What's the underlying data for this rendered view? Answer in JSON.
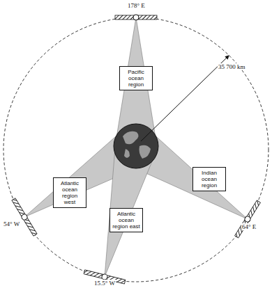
{
  "diagram": {
    "nodes": [
      {
        "text": [
          "Pacific ocean region"
        ]
      },
      {
        "text": [
          "Atlantic ocean region west"
        ]
      },
      {
        "text": [
          "Atlantic ocean region east"
        ]
      },
      {
        "text": [
          "Indian ocean region"
        ]
      }
    ],
    "labels": [
      "178° E",
      "64° E",
      "54° W",
      "15.5° W",
      "35 700 km"
    ]
  }
}
